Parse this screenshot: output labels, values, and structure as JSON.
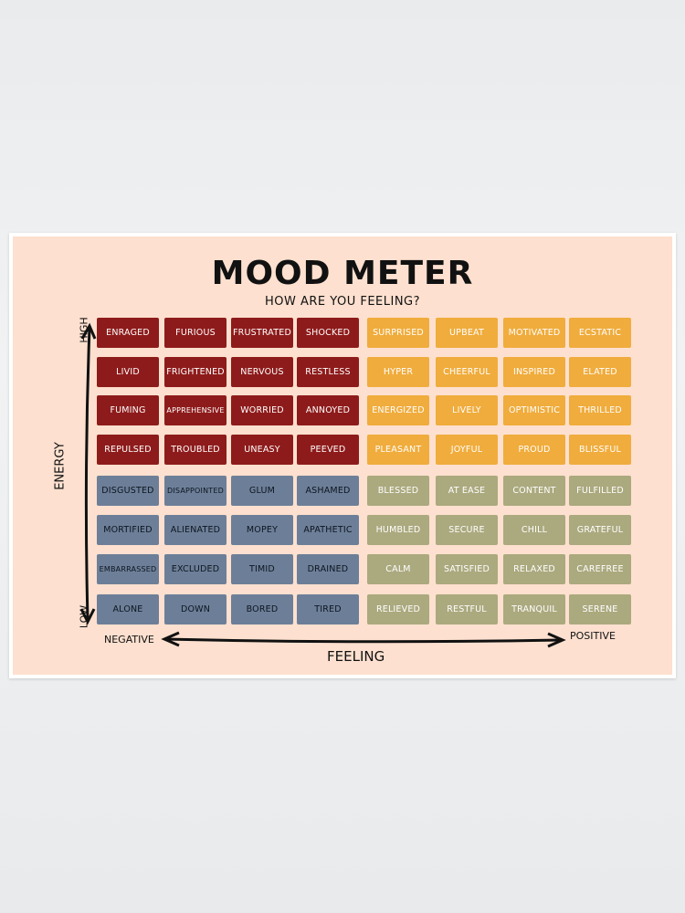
{
  "title": "MOOD METER",
  "subtitle": "HOW ARE YOU FEELING?",
  "axes": {
    "energy": "ENERGY",
    "high": "HIGH",
    "low": "LOW",
    "feeling": "FEELING",
    "negative": "NEGATIVE",
    "positive": "POSITIVE"
  },
  "colors": {
    "red": "#8e1b1b",
    "yellow": "#f0ac3c",
    "blue": "#6d7f98",
    "green": "#aba97e",
    "background": "#fde0cf"
  },
  "rows": [
    [
      "ENRAGED",
      "FURIOUS",
      "FRUSTRATED",
      "SHOCKED",
      "SURPRISED",
      "UPBEAT",
      "MOTIVATED",
      "ECSTATIC"
    ],
    [
      "LIVID",
      "FRIGHTENED",
      "NERVOUS",
      "RESTLESS",
      "HYPER",
      "CHEERFUL",
      "INSPIRED",
      "ELATED"
    ],
    [
      "FUMING",
      "APPREHENSIVE",
      "WORRIED",
      "ANNOYED",
      "ENERGIZED",
      "LIVELY",
      "OPTIMISTIC",
      "THRILLED"
    ],
    [
      "REPULSED",
      "TROUBLED",
      "UNEASY",
      "PEEVED",
      "PLEASANT",
      "JOYFUL",
      "PROUD",
      "BLISSFUL"
    ],
    [
      "DISGUSTED",
      "DISAPPOINTED",
      "GLUM",
      "ASHAMED",
      "BLESSED",
      "AT EASE",
      "CONTENT",
      "FULFILLED"
    ],
    [
      "MORTIFIED",
      "ALIENATED",
      "MOPEY",
      "APATHETIC",
      "HUMBLED",
      "SECURE",
      "CHILL",
      "GRATEFUL"
    ],
    [
      "EMBARRASSED",
      "EXCLUDED",
      "TIMID",
      "DRAINED",
      "CALM",
      "SATISFIED",
      "RELAXED",
      "CAREFREE"
    ],
    [
      "ALONE",
      "DOWN",
      "BORED",
      "TIRED",
      "RELIEVED",
      "RESTFUL",
      "TRANQUIL",
      "SERENE"
    ]
  ]
}
